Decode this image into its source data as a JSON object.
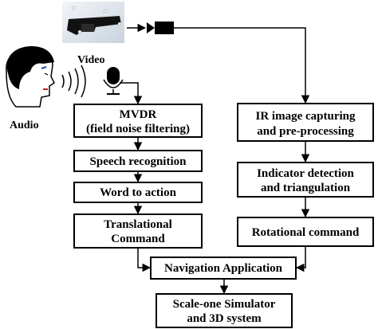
{
  "labels": {
    "audio": "Audio",
    "video": "Video"
  },
  "left_chain": {
    "mvdr_line1": "MVDR",
    "mvdr_line2": "(field noise filtering)",
    "speech": "Speech recognition",
    "word": "Word to action",
    "translational_line1": "Translational",
    "translational_line2": "Command"
  },
  "right_chain": {
    "ir_line1": "IR image capturing",
    "ir_line2": "and pre-processing",
    "indicator_line1": "Indicator detection",
    "indicator_line2": "and triangulation",
    "rotational": "Rotational command"
  },
  "bottom": {
    "navigation": "Navigation Application",
    "simulator_line1": "Scale-one Simulator",
    "simulator_line2": "and 3D system"
  },
  "icons": {
    "head": "person-head-icon",
    "sound": "sound-waves-icon",
    "microphone": "microphone-icon",
    "glasses": "ir-glasses-photo",
    "camera": "video-camera-icon"
  }
}
